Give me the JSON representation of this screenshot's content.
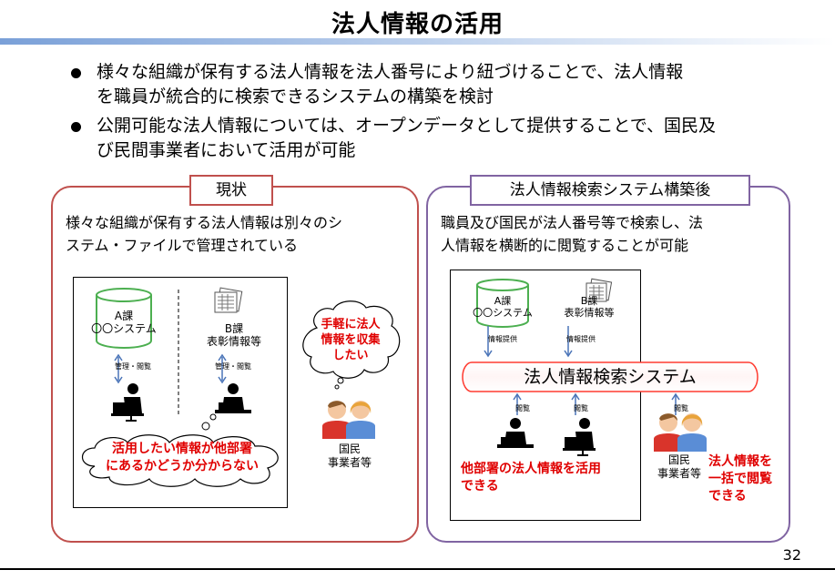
{
  "page": {
    "title": "法人情報の活用",
    "page_number": "32"
  },
  "bullets": [
    {
      "line1": "様々な組織が保有する法人情報を法人番号により紐づけることで、法人情報",
      "line2": "を職員が統合的に検索できるシステムの構築を検討"
    },
    {
      "line1": "公開可能な法人情報については、オープンデータとして提供することで、国民及",
      "line2": "び民間事業者において活用が可能"
    }
  ],
  "left_panel": {
    "tag": "現状",
    "desc_line1": "様々な組織が保有する法人情報は別々のシ",
    "desc_line2": "ステム・ファイルで管理されている",
    "section_a_name": "A課",
    "section_a_system": "〇〇システム",
    "section_b_name": "B課",
    "section_b_system": "表彰情報等",
    "manage_label_a": "管理・閲覧",
    "manage_label_b": "管理・閲覧",
    "cloud_line1": "活用したい情報が他部署",
    "cloud_line2": "にあるかどうか分からない",
    "bubble_line1": "手軽に法人",
    "bubble_line2": "情報を収集",
    "bubble_line3": "したい",
    "citizens_line1": "国民",
    "citizens_line2": "事業者等"
  },
  "right_panel": {
    "tag": "法人情報検索システム構築後",
    "desc_line1": "職員及び国民が法人番号等で検索し、法",
    "desc_line2": "人情報を横断的に閲覧することが可能",
    "section_a_name": "A課",
    "section_a_system": "〇〇システム",
    "section_b_name": "B課",
    "section_b_system": "表彰情報等",
    "provide_label_a": "情報提供",
    "provide_label_b": "情報提供",
    "search_system_label": "法人情報検索システム",
    "view_label_1": "閲覧",
    "view_label_2": "閲覧",
    "view_label_3": "閲覧",
    "staff_caption_line1": "他部署の法人情報を活用",
    "staff_caption_line2": "できる",
    "citizens_line1": "国民",
    "citizens_line2": "事業者等",
    "citizens_caption_line1": "法人情報を",
    "citizens_caption_line2": "一括で閲覧",
    "citizens_caption_line3": "できる"
  },
  "colors": {
    "left_border": "#c0504d",
    "right_border": "#8064a2",
    "accent_red": "#e00000",
    "cylinder_green": "#4caf50",
    "title_bar_blue": "#7aa0d8",
    "search_band_red": "#ff3b30"
  }
}
